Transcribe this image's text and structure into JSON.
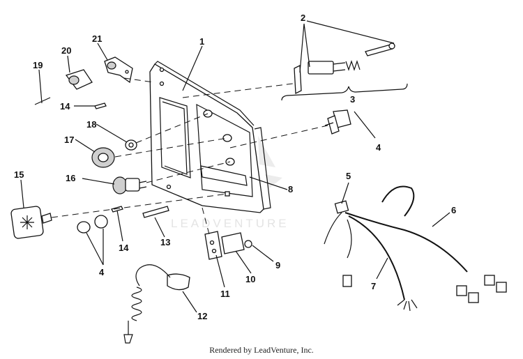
{
  "watermark": "LEADVENTURE",
  "credit": "Rendered by LeadVenture, Inc.",
  "callouts": {
    "c1": "1",
    "c2": "2",
    "c3": "3",
    "c4a": "4",
    "c4b": "4",
    "c5": "5",
    "c6": "6",
    "c7": "7",
    "c8": "8",
    "c9": "9",
    "c10": "10",
    "c11": "11",
    "c12": "12",
    "c13": "13",
    "c14a": "14",
    "c14b": "14",
    "c15": "15",
    "c16": "16",
    "c17": "17",
    "c18": "18",
    "c19": "19",
    "c20": "20",
    "c21": "21"
  }
}
